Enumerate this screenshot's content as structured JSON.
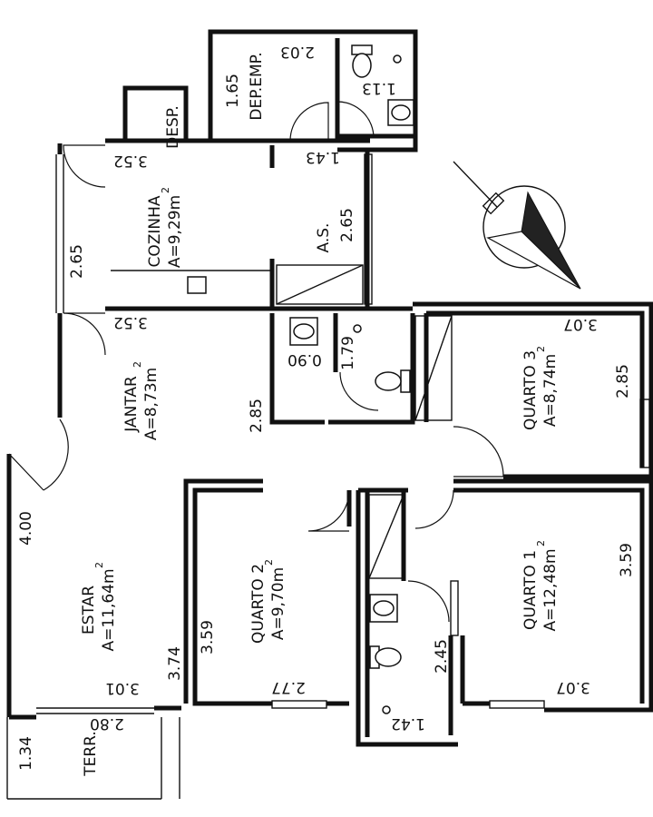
{
  "rooms": {
    "cozinha": {
      "name": "COZINHA",
      "area": "A=9,29m",
      "exp": "2"
    },
    "jantar": {
      "name": "JANTAR",
      "area": "A=8,73m",
      "exp": "2"
    },
    "estar": {
      "name": "ESTAR",
      "area": "A=11,64m",
      "exp": "2"
    },
    "quarto1": {
      "name": "QUARTO 1",
      "area": "A=12,48m",
      "exp": "2"
    },
    "quarto2": {
      "name": "QUARTO 2",
      "area": "A=9,70m",
      "exp": "2"
    },
    "quarto3": {
      "name": "QUARTO 3",
      "area": "A=8,74m",
      "exp": "2"
    },
    "as": {
      "name": "A.S."
    },
    "desp": {
      "name": "DESP."
    },
    "dep_emp": {
      "name": "DEP.EMP."
    },
    "terr": {
      "name": "TERR."
    }
  },
  "dimensions": {
    "d_203": "2.03",
    "d_165": "1.65",
    "d_113": "1.13",
    "d_143": "1.43",
    "d_352_top": "3.52",
    "d_265_left": "2.65",
    "d_265_as": "2.65",
    "d_352_mid": "3.52",
    "d_307_q3": "3.07",
    "d_285_q3": "2.85",
    "d_179": "1.79",
    "d_090": "0.90",
    "d_285_jantar": "2.85",
    "d_400": "4.00",
    "d_359_q2": "3.59",
    "d_374": "3.74",
    "d_359_q1": "3.59",
    "d_245": "2.45",
    "d_277": "2.77",
    "d_301": "3.01",
    "d_280": "2.80",
    "d_142": "1.42",
    "d_307_q1": "3.07",
    "d_134": "1.34"
  },
  "icons": {
    "north_arrow": "north-arrow-icon"
  }
}
